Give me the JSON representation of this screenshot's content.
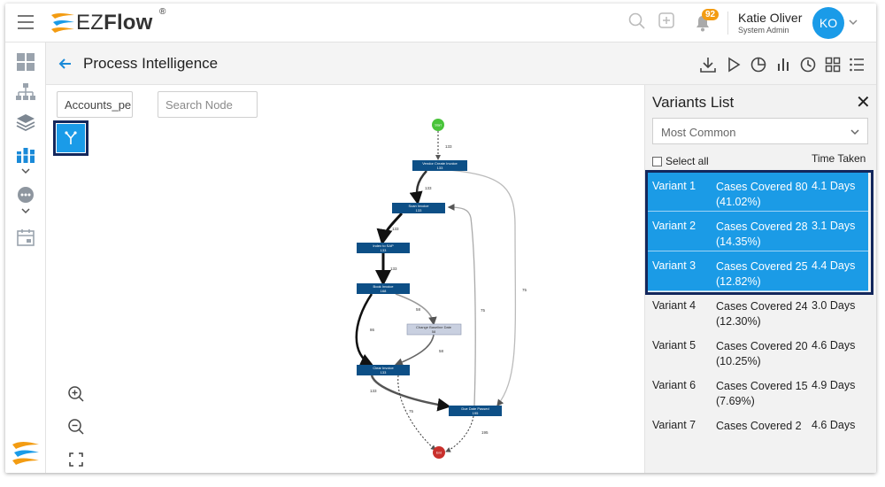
{
  "app": {
    "brand_light": "EZ",
    "brand_bold": "Flow",
    "brand_reg": "®",
    "notification_count": "92",
    "user_name": "Katie Oliver",
    "user_role": "System Admin",
    "user_initials": "KO"
  },
  "header": {
    "title": "Process Intelligence"
  },
  "canvas": {
    "process_select": "Accounts_pe",
    "search_placeholder": "Search Node",
    "nodes": {
      "start": "Start",
      "n1_line1": "Vendor Create Invoice",
      "n1_line2": "133",
      "n2_line1": "Scan Invoice",
      "n2_line2": "133",
      "n3_line1": "Index to SAP",
      "n3_line2": "133",
      "n4_line1": "Book Invoice",
      "n4_line2": "168",
      "n5_line1": "Change Baseline Date",
      "n5_line2": "58",
      "n6_line1": "Clear Invoice",
      "n6_line2": "133",
      "n7_line1": "Due Date Passed",
      "n7_line2": "195",
      "end": "End"
    },
    "edge_labels": {
      "e0": "133",
      "e1": "133",
      "e2": "133",
      "e3": "133",
      "e4": "86",
      "e5": "58",
      "e6": "58",
      "e7": "133",
      "e8": "75",
      "e9": "75",
      "e10": "75",
      "e11": "195"
    }
  },
  "variants_panel": {
    "title": "Variants List",
    "sort_value": "Most Common",
    "select_all_label": "Select all",
    "time_header": "Time Taken",
    "highlight_color": "#1b9be6",
    "rows": [
      {
        "name": "Variant 1",
        "cases_line1": "Cases Covered 80",
        "cases_line2": "(41.02%)",
        "time": "4.1 Days"
      },
      {
        "name": "Variant 2",
        "cases_line1": "Cases Covered 28",
        "cases_line2": "(14.35%)",
        "time": "3.1 Days"
      },
      {
        "name": "Variant 3",
        "cases_line1": "Cases Covered 25",
        "cases_line2": "(12.82%)",
        "time": "4.4 Days"
      },
      {
        "name": "Variant 4",
        "cases_line1": "Cases Covered 24",
        "cases_line2": "(12.30%)",
        "time": "3.0 Days"
      },
      {
        "name": "Variant 5",
        "cases_line1": "Cases Covered 20",
        "cases_line2": "(10.25%)",
        "time": "4.6 Days"
      },
      {
        "name": "Variant 6",
        "cases_line1": "Cases Covered 15",
        "cases_line2": "(7.69%)",
        "time": "4.9 Days"
      },
      {
        "name": "Variant 7",
        "cases_line1": "Cases Covered 2",
        "cases_line2": "",
        "time": "4.6 Days"
      }
    ]
  }
}
